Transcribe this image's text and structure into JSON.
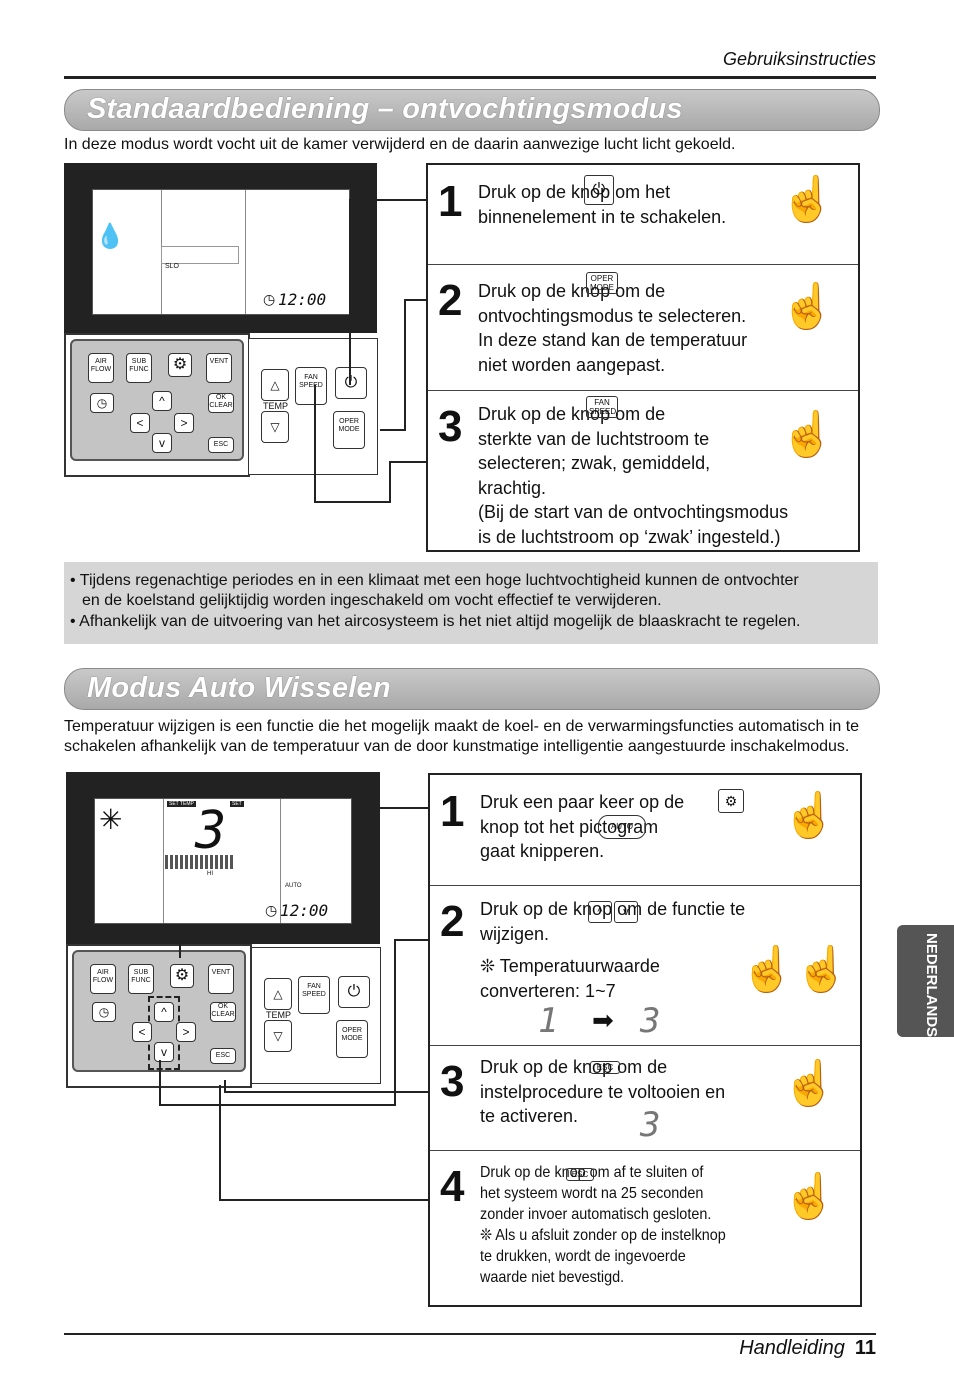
{
  "header": {
    "section": "Gebruiksinstructies"
  },
  "section1": {
    "title": "Standaardbediening – ontvochtingsmodus",
    "intro": "In deze modus wordt vocht uit de kamer verwijderd en de daarin aanwezige lucht licht gekoeld.",
    "steps": [
      {
        "num": "1",
        "lines": [
          "Druk op de       knop om het",
          "binnenelement in te schakelen."
        ]
      },
      {
        "num": "2",
        "lines": [
          "Druk op de       knop om de",
          "ontvochtingsmodus te selecteren.",
          "In deze stand kan de temperatuur",
          "niet worden aangepast."
        ]
      },
      {
        "num": "3",
        "lines": [
          "Druk op de        knop om de",
          "sterkte van de luchtstroom te",
          "selecteren; zwak, gemiddeld,",
          "krachtig.",
          "(Bij de start van de ontvochtingsmodus",
          "is de luchtstroom op ‘zwak’ ingesteld.)"
        ]
      }
    ],
    "notes": [
      "• Tijdens regenachtige periodes en in een klimaat met een hoge luchtvochtigheid kunnen de ontvochter",
      "en de koelstand gelijktijdig worden ingeschakeld om vocht effectief te verwijderen.",
      "• Afhankelijk van de uitvoering van het aircosysteem is het niet altijd mogelijk de blaaskracht te regelen."
    ]
  },
  "section2": {
    "title": "Modus Auto Wisselen",
    "intro": [
      "Temperatuur wijzigen is een functie die het mogelijk maakt de koel- en de verwarmingsfuncties automatisch in te",
      "schakelen afhankelijk van de temperatuur van de door kunstmatige intelligentie aangestuurde inschakelmodus."
    ],
    "steps": [
      {
        "num": "1",
        "lines": [
          "Druk een paar keer op de",
          "knop tot het          pictogram",
          "gaat knipperen."
        ]
      },
      {
        "num": "2",
        "lines": [
          "Druk op de            knop om de functie te",
          "wijzigen.",
          "",
          "❊ Temperatuurwaarde",
          "   converteren: 1~7"
        ]
      },
      {
        "num": "3",
        "lines": [
          "Druk op de          knop om de",
          "instelprocedure te voltooien en",
          "te activeren."
        ]
      },
      {
        "num": "4",
        "lines": [
          "Druk op de          knop om af te sluiten of",
          "het systeem wordt na 25 seconden",
          "zonder invoer automatisch gesloten.",
          "❊ Als u afsluit zonder op de instelknop",
          "   te drukken, wordt de ingevoerde",
          "   waarde niet bevestigd."
        ]
      }
    ],
    "convert_from": "1",
    "convert_to": "3",
    "result_value": "3"
  },
  "remote": {
    "lcd_time": "12:00",
    "lcd_set_value": "3",
    "lcd_slo": "SLO",
    "lcd_hi": "HI",
    "lcd_set_temp": "SET TEMP",
    "lcd_set": "SET",
    "lcd_auto": "AUTO",
    "btn_air_flow": "AIR FLOW",
    "btn_sub_func": "SUB FUNC",
    "btn_vent": "VENT",
    "btn_ok_clear": "OK CLEAR",
    "btn_esc": "ESC",
    "btn_fan_speed": "FAN SPEED",
    "btn_oper_mode": "OPER MODE",
    "label_temp": "TEMP"
  },
  "keys": {
    "oper": "OPER MODE",
    "fan": "FAN SPEED",
    "esc": "ESC",
    "auto": "AUTO"
  },
  "footer": {
    "label": "Handleiding",
    "page": "11"
  },
  "side_tab": "NEDERLANDS"
}
